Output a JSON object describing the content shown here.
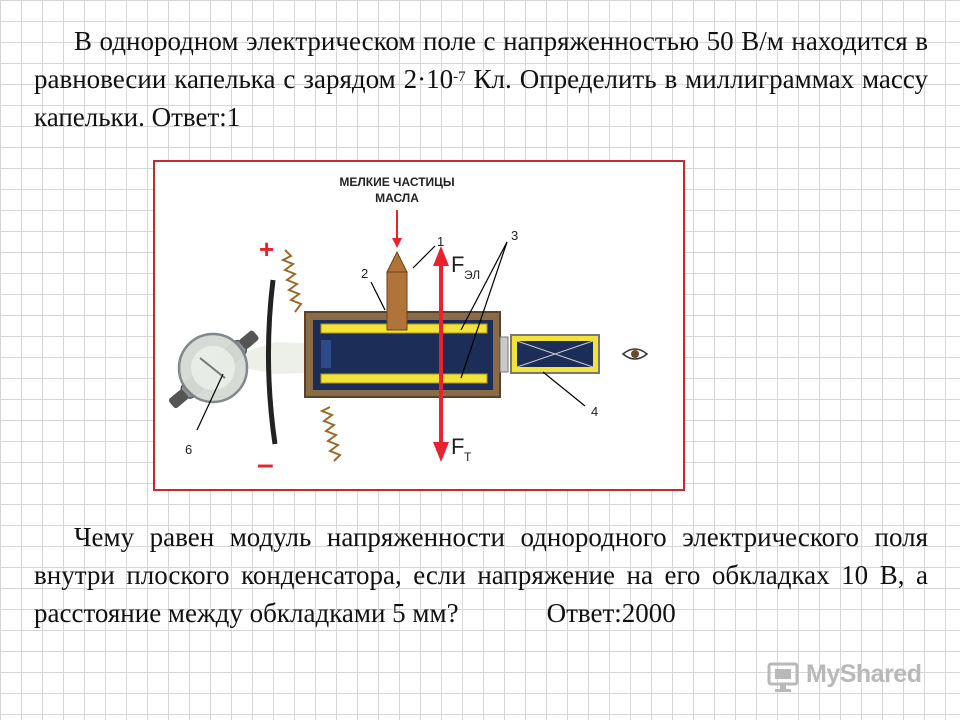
{
  "problem1": {
    "line1": "В однородном электрическом поле с напряженностью 50 В/м",
    "line2a": "находится в равновесии капелька с зарядом 2·10",
    "line2_exp": "-7",
    "line2b": " Кл.",
    "line3": "Определить в миллиграммах массу капельки. Ответ:1"
  },
  "figure": {
    "caption_line1": "МЕЛКИЕ ЧАСТИЦЫ",
    "caption_line2": "МАСЛА",
    "plus": "+",
    "minus": "–",
    "label_1": "1",
    "label_2": "2",
    "label_3": "3",
    "label_4": "4",
    "label_6": "6",
    "force_el_main": "F",
    "force_el_sub": "ЭЛ",
    "force_t_main": "F",
    "force_t_sub": "Т",
    "colors": {
      "arrow": "#e8232e",
      "frame": "#c8282e",
      "plate": "#f2e23a",
      "body": "#1c2e57"
    }
  },
  "problem2": {
    "text": "Чему равен модуль напряженности однородного электрического поля внутри плоского конденсатора, если напряжение на его обкладках 10 В, а расстояние между обкладками 5 мм?",
    "answer": "Ответ:2000"
  },
  "watermark": {
    "text": "MyShared"
  }
}
